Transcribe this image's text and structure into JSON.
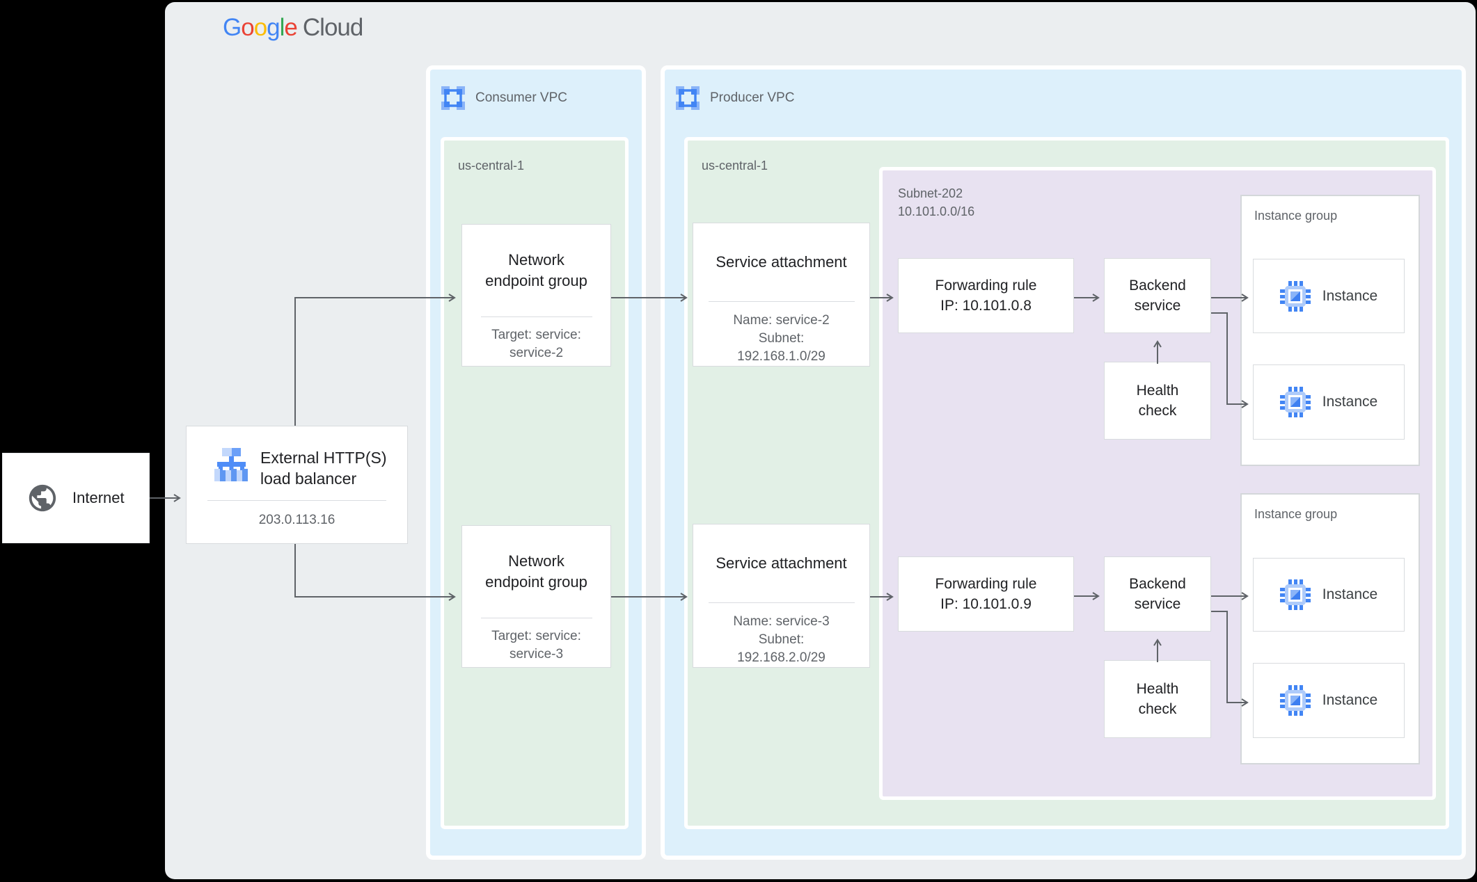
{
  "brand": {
    "letters": [
      "G",
      "o",
      "o",
      "g",
      "l",
      "e"
    ],
    "cloud": "Cloud",
    "letter_colors": [
      "#4285F4",
      "#EA4335",
      "#FBBC05",
      "#4285F4",
      "#34A853",
      "#EA4335"
    ],
    "cloud_color": "#5f6368"
  },
  "internet": {
    "label": "Internet",
    "icon": "globe-icon"
  },
  "load_balancer": {
    "title_line1": "External HTTP(S)",
    "title_line2": "load balancer",
    "ip": "203.0.113.16",
    "icon": "load-balancer-icon"
  },
  "consumer_vpc": {
    "label": "Consumer VPC",
    "icon": "vpc-icon",
    "region": "us-central-1",
    "negs": [
      {
        "title_line1": "Network",
        "title_line2": "endpoint group",
        "detail_line1": "Target: service:",
        "detail_line2": "service-2"
      },
      {
        "title_line1": "Network",
        "title_line2": "endpoint group",
        "detail_line1": "Target: service:",
        "detail_line2": "service-3"
      }
    ]
  },
  "producer_vpc": {
    "label": "Producer VPC",
    "icon": "vpc-icon",
    "region": "us-central-1",
    "subnet": {
      "name": "Subnet-202",
      "cidr": "10.101.0.0/16"
    },
    "service_attachments": [
      {
        "title": "Service attachment",
        "name": "Name: service-2",
        "subnet_label": "Subnet:",
        "cidr": "192.168.1.0/29"
      },
      {
        "title": "Service attachment",
        "name": "Name: service-3",
        "subnet_label": "Subnet:",
        "cidr": "192.168.2.0/29"
      }
    ],
    "forwarding_rules": [
      {
        "line1": "Forwarding rule",
        "line2": "IP: 10.101.0.8"
      },
      {
        "line1": "Forwarding rule",
        "line2": "IP: 10.101.0.9"
      }
    ],
    "backend_services": [
      {
        "line1": "Backend",
        "line2": "service"
      },
      {
        "line1": "Backend",
        "line2": "service"
      }
    ],
    "health_checks": [
      {
        "line1": "Health",
        "line2": "check"
      },
      {
        "line1": "Health",
        "line2": "check"
      }
    ],
    "instance_groups": [
      {
        "label": "Instance group",
        "instances": [
          {
            "label": "Instance",
            "icon": "compute-chip-icon"
          },
          {
            "label": "Instance",
            "icon": "compute-chip-icon"
          }
        ]
      },
      {
        "label": "Instance group",
        "instances": [
          {
            "label": "Instance",
            "icon": "compute-chip-icon"
          },
          {
            "label": "Instance",
            "icon": "compute-chip-icon"
          }
        ]
      }
    ]
  },
  "colors": {
    "background": "#000000",
    "canvas": "#ebeef0",
    "vpc_fill": "#ddf0fb",
    "region_fill": "#e2f0e6",
    "subnet_fill": "#e8e2f1",
    "node_fill": "#ffffff",
    "node_border": "#dadce0",
    "title_text": "#202124",
    "muted_text": "#5f6368",
    "connector": "#5f6368",
    "icon_blue": "#4285f4",
    "icon_light_blue": "#aecbfa"
  }
}
